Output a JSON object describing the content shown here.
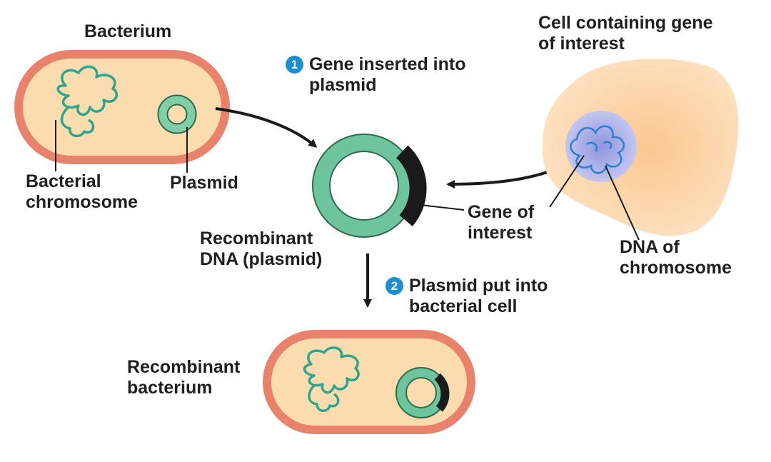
{
  "labels": {
    "bacterium": "Bacterium",
    "bacterial_chromosome": [
      "Bacterial",
      "chromosome"
    ],
    "plasmid": "Plasmid",
    "cell_containing_gene": [
      "Cell containing gene",
      "of interest"
    ],
    "recombinant_dna": [
      "Recombinant",
      "DNA (plasmid)"
    ],
    "gene_of_interest": [
      "Gene of",
      "interest"
    ],
    "dna_of_chromosome": [
      "DNA of",
      "chromosome"
    ],
    "recombinant_bacterium": [
      "Recombinant",
      "bacterium"
    ]
  },
  "steps": [
    {
      "number": "1",
      "text": [
        "Gene inserted into",
        "plasmid"
      ]
    },
    {
      "number": "2",
      "text": [
        "Plasmid put into",
        "bacterial cell"
      ]
    }
  ],
  "colors": {
    "cell_wall": "#e07a5f",
    "cytoplasm": "#fbdcae",
    "dna_strand": "#2ea68f",
    "plasmid_ring": "#6cc59c",
    "gene_segment": "#1a1a1a",
    "animal_cell": "#fcd3a3",
    "nucleus": "#a9aee6",
    "nucleus_dna": "#2f7fd0",
    "step_badge": "#1c8fd0"
  }
}
